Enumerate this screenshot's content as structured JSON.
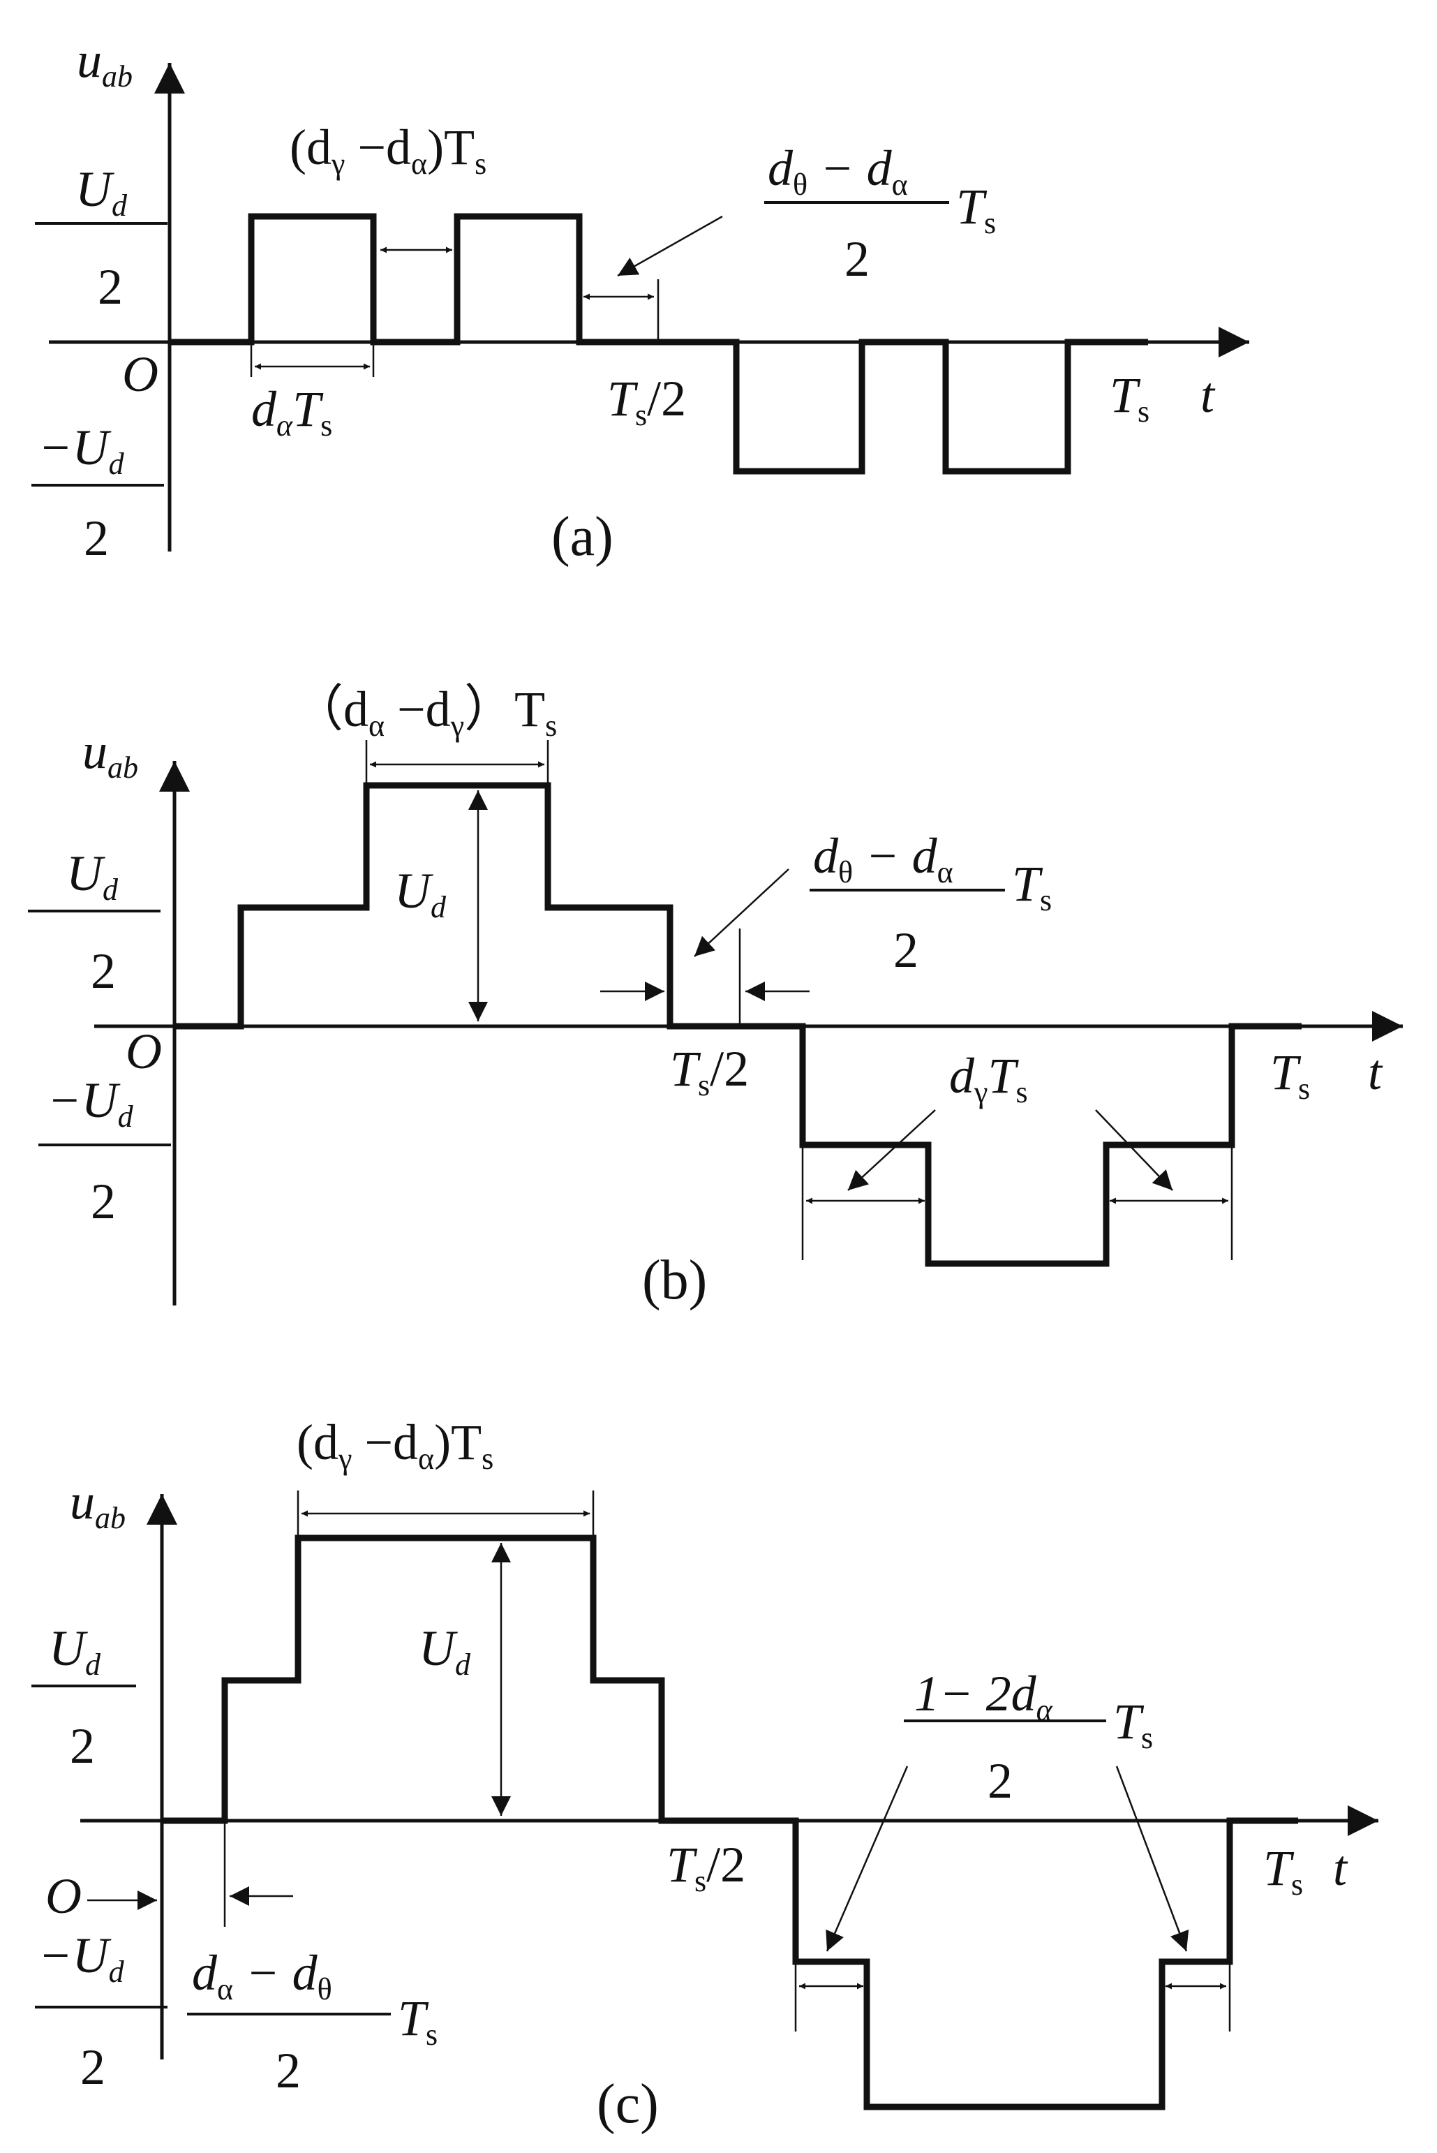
{
  "colors": {
    "ink": "#111111",
    "background": "#ffffff"
  },
  "panels": {
    "a": {
      "caption": "(a)",
      "y_axis": "u",
      "y_axis_sub": "ab",
      "origin": "O",
      "t_axis": "t",
      "upper_num": "U",
      "upper_num_sub": "d",
      "upper_den": "2",
      "lower_num": "−U",
      "lower_num_sub": "d",
      "lower_den": "2",
      "top_dim_open": "(d",
      "top_dim_gamma": "γ",
      "top_dim_minus": " −d",
      "top_dim_alpha": "α",
      "top_dim_close": ")T",
      "top_dim_s": "s",
      "pulse_dim_d": "d",
      "pulse_dim_alpha": "α",
      "pulse_dim_T": "T",
      "pulse_dim_s": "s",
      "frac_num_d": "d",
      "frac_num_theta": "θ",
      "frac_num_minus": " − d",
      "frac_num_alpha": "α",
      "frac_den": "2",
      "frac_T": "T",
      "frac_s": "s",
      "half_T": "T",
      "half_s": "s",
      "half_rest": "/2",
      "full_T": "T",
      "full_s": "s"
    },
    "b": {
      "caption": "(b)",
      "y_axis": "u",
      "y_axis_sub": "ab",
      "origin": "O",
      "t_axis": "t",
      "upper_num": "U",
      "upper_num_sub": "d",
      "upper_den": "2",
      "lower_num": "−U",
      "lower_num_sub": "d",
      "lower_den": "2",
      "top_dim_open": "（d",
      "top_dim_alpha": "α",
      "top_dim_minus": " −d",
      "top_dim_gamma": "γ",
      "top_dim_close": "）T",
      "top_dim_s": "s",
      "amp": "U",
      "amp_sub": "d",
      "frac_num_d": "d",
      "frac_num_theta": "θ",
      "frac_num_minus": " − d",
      "frac_num_alpha": "α",
      "frac_den": "2",
      "frac_T": "T",
      "frac_s": "s",
      "half_T": "T",
      "half_s": "s",
      "half_rest": "/2",
      "step_d": "d",
      "step_gamma": "γ",
      "step_T": "T",
      "step_s": "s",
      "full_T": "T",
      "full_s": "s"
    },
    "c": {
      "caption": "(c)",
      "y_axis": "u",
      "y_axis_sub": "ab",
      "origin": "O",
      "t_axis": "t",
      "upper_num": "U",
      "upper_num_sub": "d",
      "upper_den": "2",
      "lower_num": "−U",
      "lower_num_sub": "d",
      "lower_den": "2",
      "top_dim_open": "(d",
      "top_dim_gamma": "γ",
      "top_dim_minus": " −d",
      "top_dim_alpha": "α",
      "top_dim_close": ")T",
      "top_dim_s": "s",
      "amp": "U",
      "amp_sub": "d",
      "frac_num_one": "1− 2d",
      "frac_num_alpha": "α",
      "frac_den": "2",
      "frac_T": "T",
      "frac_s": "s",
      "left_num_d": "d",
      "left_num_alpha": "α",
      "left_num_minus": " − d",
      "left_num_theta": "θ",
      "left_den": "2",
      "left_T": "T",
      "left_s": "s",
      "half_T": "T",
      "half_s": "s",
      "half_rest": "/2",
      "full_T": "T",
      "full_s": "s"
    }
  }
}
